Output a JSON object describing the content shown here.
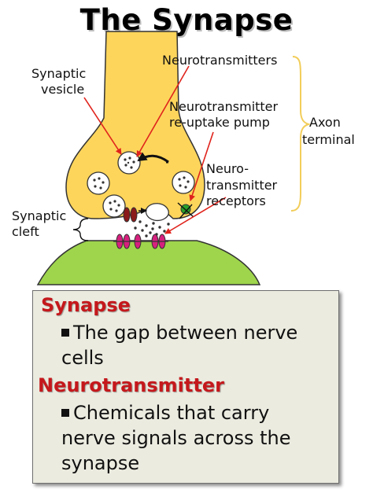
{
  "title": "The Synapse",
  "labels": {
    "synaptic_vesicle_1": "Synaptic",
    "synaptic_vesicle_2": "vesicle",
    "neurotransmitters": "Neurotransmitters",
    "reuptake_1": "Neurotransmitter",
    "reuptake_2": "re-uptake pump",
    "axon_1": "Axon",
    "axon_2": "terminal",
    "receptors_1": "Neuro-",
    "receptors_2": "transmitter",
    "receptors_3": "receptors",
    "cleft_1": "Synaptic",
    "cleft_2": "cleft"
  },
  "definitions": {
    "term1": "Synapse",
    "def1_line1": "The gap between nerve",
    "def1_line2": "cells",
    "term2": "Neurotransmitter",
    "def2_line1": "Chemicals that carry",
    "def2_line2": "nerve signals across the",
    "def2_line3": "synapse"
  },
  "colors": {
    "axon_fill": "#fdd55b",
    "dendrite_fill": "#9ed54c",
    "receptor": "#d6207e",
    "pump": "#8b1a1a",
    "arrow": "#e0231c",
    "brace": "#f2cd5a",
    "term": "#c5181c",
    "box_bg": "#ecebe0"
  }
}
